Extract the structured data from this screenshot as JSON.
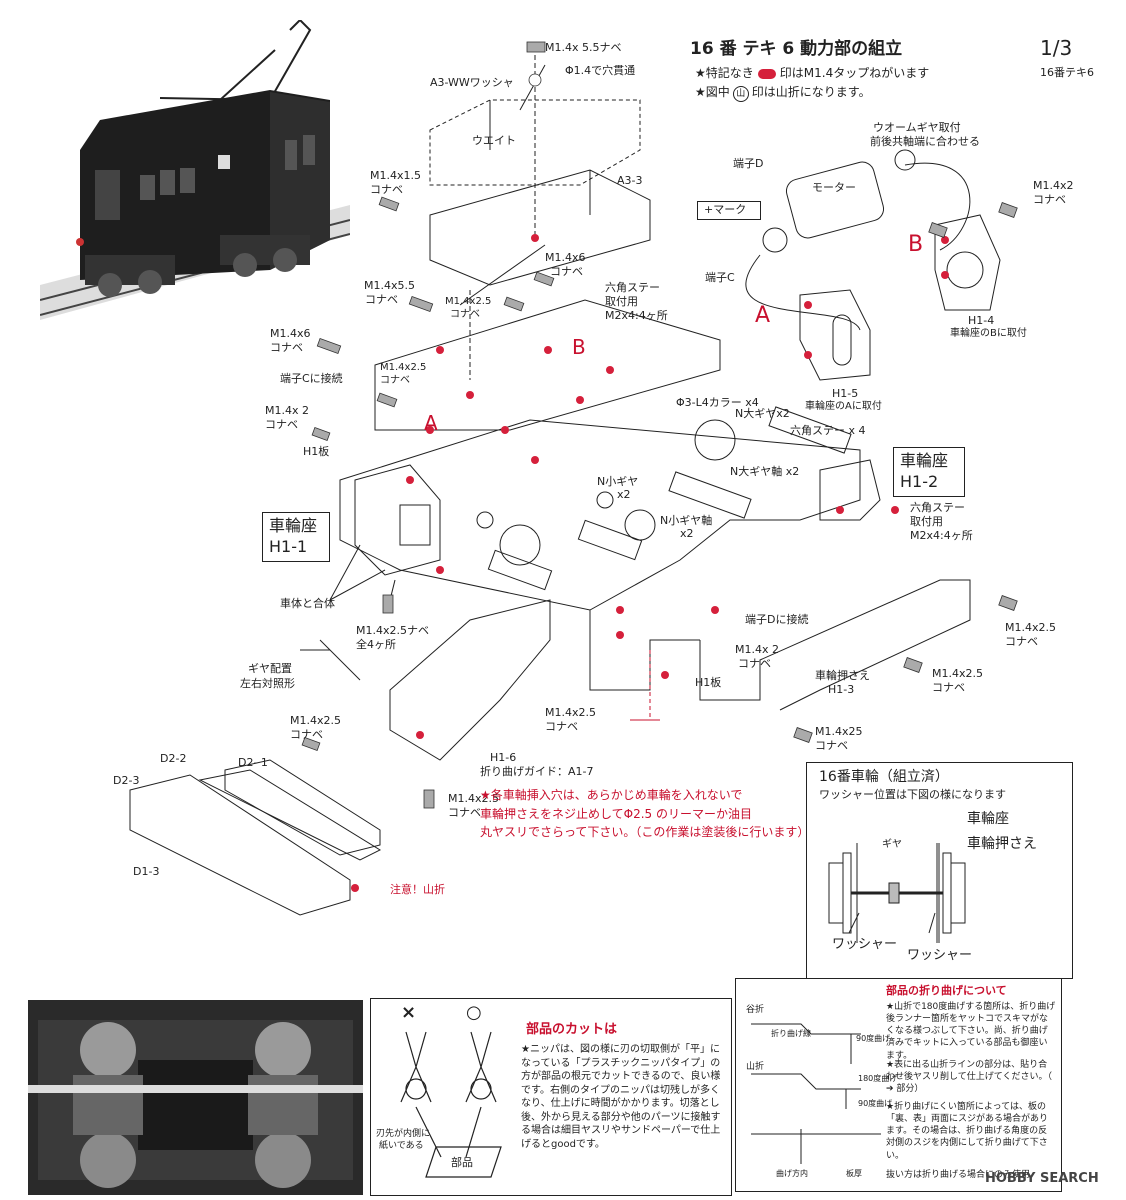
{
  "header": {
    "title": "16 番 テキ 6 動力部の組立",
    "page": "1/3",
    "subtitle": "16番テキ6",
    "note1": "★特記なき",
    "note1b": "印はM1.4タップねがいます",
    "note2": "★図中",
    "note2b": "印は山折になります。",
    "yama_symbol": "山"
  },
  "labels": {
    "screw_top": "M1.4x 5.5ナベ",
    "washer": "A3-WWワッシャ",
    "hole": "Φ1.4で穴貫通",
    "weight": "ウエイト",
    "a33": "A3-3",
    "m14x15": "M1.4x1.5",
    "konabe": "コナベ",
    "m14x6": "M1.4x6",
    "m14x55": "M1.4x5.5",
    "m14x25": "M1.4x2.5",
    "m14x2": "M1.4x 2",
    "m14x2b": "M1.4x2",
    "rokkaku_stay": "六角ステー",
    "toritsuke": "取付用",
    "m2x4": "M2x4:4ヶ所",
    "tanshi_c_setsuzoku": "端子Cに接続",
    "h1ita": "H1板",
    "collar": "Φ3-L4カラー x4",
    "n_large_gear": "N大ギヤx2",
    "n_large_gear_axle": "N大ギヤ軸 x2",
    "rokkaku_stay_x4": "六角ステー x 4",
    "n_small_gear": "N小ギヤ",
    "x2": "x2",
    "n_small_gear_axle": "N小ギヤ軸",
    "shariza": "車輪座",
    "h11": "H1-1",
    "h12": "H1-2",
    "sharai_to_gattai": "車体と合体",
    "m14x25_nabe": "M1.4x2.5ナベ",
    "zen4": "全4ヶ所",
    "gear_haichi": "ギヤ配置",
    "sayu": "左右対照形",
    "tanshi_d_setsuzoku": "端子Dに接続",
    "shrin_osae": "車輪押さえ",
    "h13": "H1-3",
    "m14x25b": "M1.4x25",
    "h16": "H1-6",
    "orimage_guide": "折り曲げガイド：A1-7",
    "d22": "D2-2",
    "d21": "D2- 1",
    "d23": "D2-3",
    "d13": "D1-3",
    "chui": "注意！山折",
    "worm1": "ウオームギヤ取付",
    "worm2": "前後共軸端に合わせる",
    "tanshi_d": "端子D",
    "motor": "モーター",
    "plus_mark": "+マーク",
    "tanshi_c": "端子C",
    "h14": "H1-4",
    "h14b": "車輪座のBに取付",
    "h15": "H1-5",
    "h15b": "車輪座のAに取付",
    "A": "A",
    "B": "B"
  },
  "red_note": [
    "★各車軸挿入穴は、あらかじめ車輪を入れないで",
    "車輪押さえをネジ止めしてΦ2.5 のリーマーか油目",
    "丸ヤスリでさらって下さい。（この作業は塗装後に行います）"
  ],
  "wheel_box": {
    "title": "16番車輪（組立済）",
    "sub": "ワッシャー位置は下図の様になります",
    "shariza": "車輪座",
    "osae": "車輪押さえ",
    "gear": "ギヤ",
    "washer": "ワッシャー"
  },
  "cut_box": {
    "x": "×",
    "o": "○",
    "title": "部品のカットは",
    "text": "★ニッパは、図の様に刃の切取側が「平」になっている「プラスチックニッパタイプ」の方が部品の根元でカットできるので、良い様です。右側のタイプのニッパは切残しが多くなり、仕上げに時間がかかります。切落とし後、外から見える部分や他のパーツに接触する場合は細目ヤスリやサンドペーパーで仕上げるとgoodです。",
    "blade": "刃先が内側に",
    "blade2": "紙いである",
    "part": "部品"
  },
  "bend_box": {
    "title": "部品の折り曲げについて",
    "text1": "★山折で180度曲げする箇所は、折り曲げ後ランナー箇所をヤットコでスキマがなくなる様つぶして下さい。尚、折り曲げ済みでキットに入っている部品も御座います。",
    "text2": "★表に出る山折ラインの部分は、貼り合わせ後ヤスリ削して仕上げてください。（ ➔ 部分）",
    "text3": "★折り曲げにくい箇所によっては、板の「裏、表」両面にスジがある場合があります。その場合は、折り曲げる角度の反対側のスジを内側にして折り曲げて下さい。",
    "text4": "抜い方は折り曲げる場合にのみ使用",
    "tani": "谷折",
    "yama": "山折",
    "ori_line": "折り曲げ線",
    "deg90": "90度曲げ",
    "deg180": "180度曲げ",
    "deg90b": "90度曲げ",
    "inner": "曲げ方内",
    "outer": "板厚"
  },
  "watermark": "HOBBY SEARCH"
}
